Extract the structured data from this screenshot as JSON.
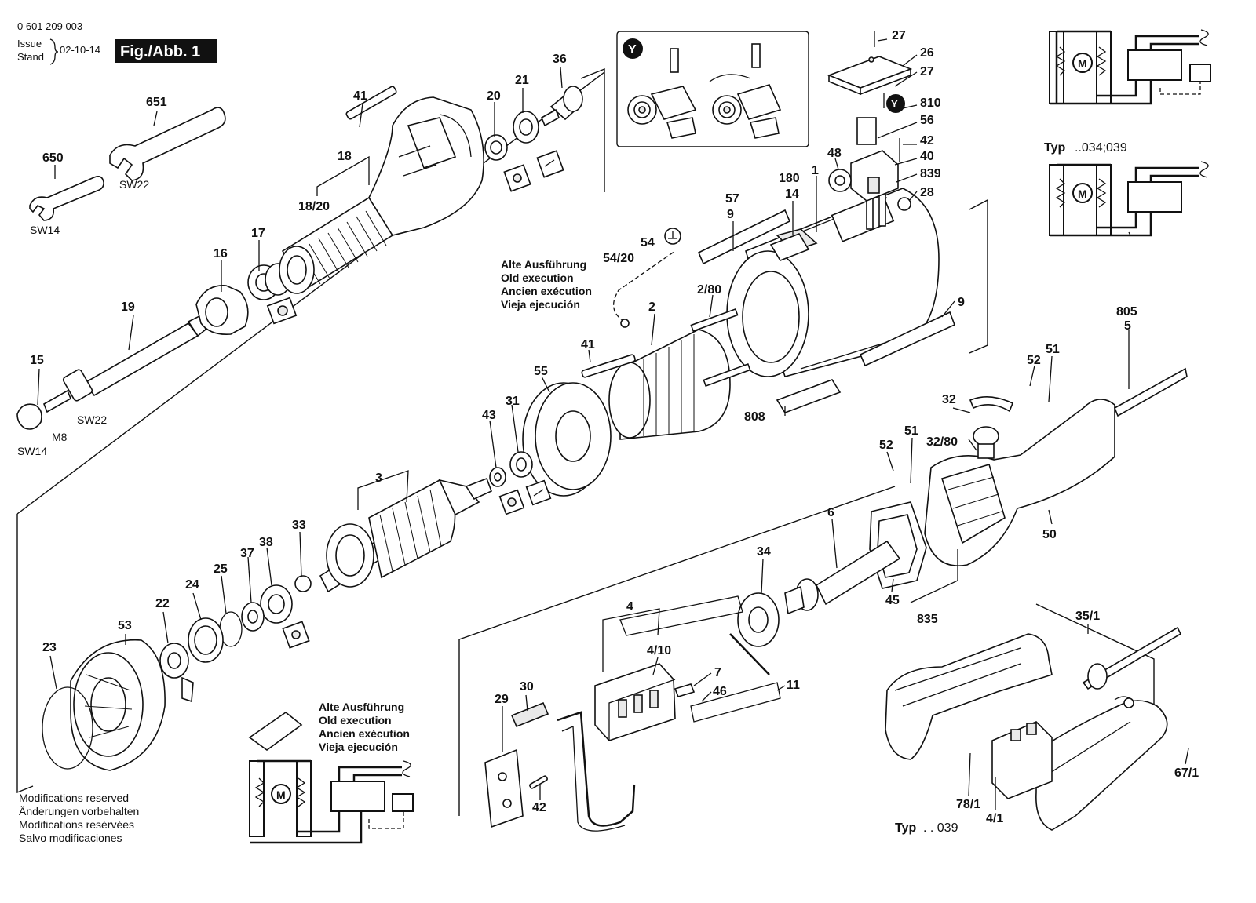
{
  "header": {
    "part_number": "0 601 209 003",
    "issue_label": "Issue",
    "stand_label": "Stand",
    "date": "02-10-14",
    "figure_badge": "Fig./Abb. 1"
  },
  "parts": {
    "p15": "15",
    "p16": "16",
    "p17": "17",
    "p18": "18",
    "p18_20": "18/20",
    "p19": "19",
    "p20": "20",
    "p21": "21",
    "p36": "36",
    "p41a": "41",
    "p41b": "41",
    "p650": "650",
    "p651": "651",
    "p27a": "27",
    "p26": "26",
    "p27b": "27",
    "p810": "810",
    "p56": "56",
    "p42a": "42",
    "p40": "40",
    "p839": "839",
    "p28": "28",
    "p48": "48",
    "p180": "180",
    "p14": "14",
    "p1": "1",
    "p57": "57",
    "p9a": "9",
    "p9b": "9",
    "p54": "54",
    "p54_20": "54/20",
    "p2_80": "2/80",
    "p2": "2",
    "p55": "55",
    "p31": "31",
    "p43": "43",
    "p3": "3",
    "p808": "808",
    "p805": "805",
    "p5": "5",
    "p51a": "51",
    "p52a": "52",
    "p32": "32",
    "p32_80": "32/80",
    "p52b": "52",
    "p51b": "51",
    "p50": "50",
    "p6": "6",
    "p45": "45",
    "p835": "835",
    "p34": "34",
    "p33": "33",
    "p38": "38",
    "p37": "37",
    "p25": "25",
    "p24": "24",
    "p22": "22",
    "p53": "53",
    "p23": "23",
    "p4": "4",
    "p4_10": "4/10",
    "p7": "7",
    "p46": "46",
    "p11": "11",
    "p29": "29",
    "p30": "30",
    "p42b": "42",
    "p35_1": "35/1",
    "p67_1": "67/1",
    "p78_1": "78/1",
    "p4_1": "4/1"
  },
  "labels": {
    "sw22_a": "SW22",
    "sw14_a": "SW14",
    "sw22_b": "SW22",
    "sw14_b": "SW14",
    "m8": "M8",
    "detail_y": "Y",
    "ref_y": "Y"
  },
  "old_execution_note": [
    "Alte Ausführung",
    "Old execution",
    "Ancien exécution",
    "Vieja ejecución"
  ],
  "typ_034_039": {
    "prefix": "Typ",
    "suffix": "..034;039"
  },
  "typ_039": {
    "prefix": "Typ",
    "suffix": ". . 039"
  },
  "modifications": [
    "Modifications reserved",
    "Änderungen vorbehalten",
    "Modifications resérvées",
    "Salvo modificaciones"
  ],
  "circuit": {
    "motor_symbol": "M"
  },
  "icons": [
    "ground-symbol-icon",
    "detail-marker-icon",
    "motor-symbol-icon",
    "switch-symbol-icon"
  ]
}
